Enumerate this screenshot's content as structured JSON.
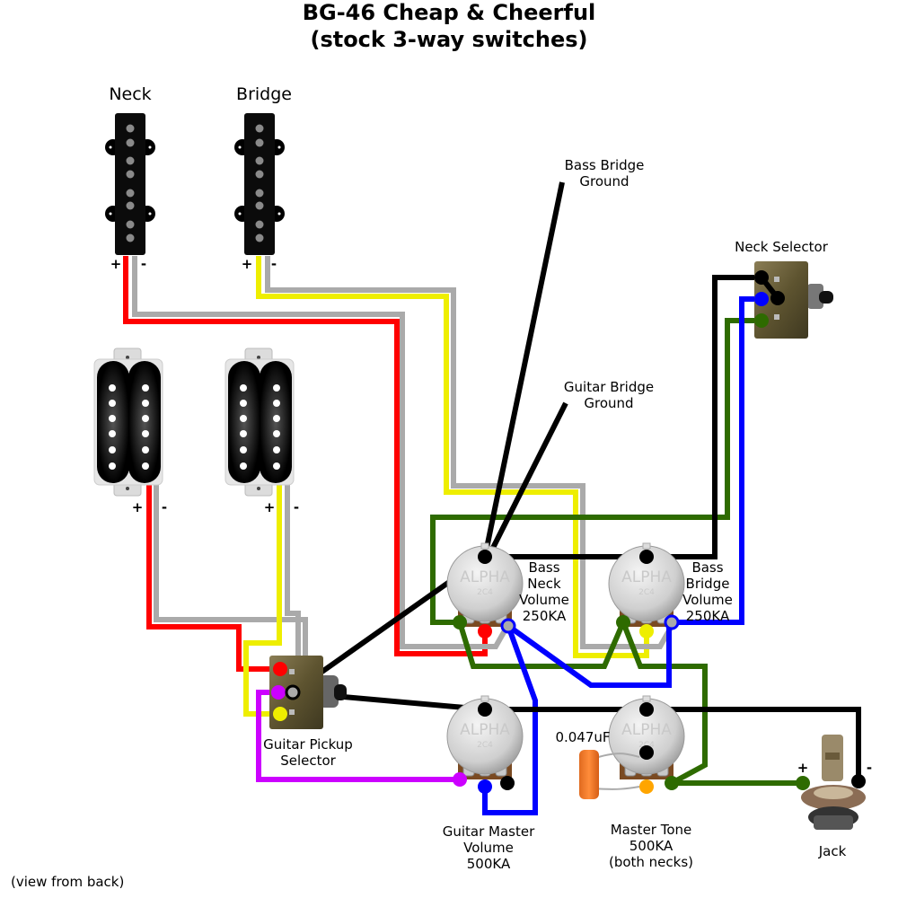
{
  "title": {
    "line1": "BG-46 Cheap & Cheerful",
    "line2": "(stock 3-way switches)"
  },
  "pickups": {
    "bass_neck_label": "Neck",
    "bass_bridge_label": "Bridge",
    "plus": "+",
    "minus": "-"
  },
  "labels": {
    "bass_bridge_ground": [
      "Bass Bridge",
      "Ground"
    ],
    "guitar_bridge_ground": [
      "Guitar Bridge",
      "Ground"
    ],
    "neck_selector": "Neck Selector",
    "guitar_pickup_selector": [
      "Guitar Pickup",
      "Selector"
    ],
    "bass_neck_volume": [
      "Bass",
      "Neck",
      "Volume",
      "250KA"
    ],
    "bass_bridge_volume": [
      "Bass",
      "Bridge",
      "Volume",
      "250KA"
    ],
    "guitar_master_volume": [
      "Guitar Master",
      "Volume",
      "500KA"
    ],
    "master_tone": [
      "Master Tone",
      "500KA",
      "(both necks)"
    ],
    "capacitor": "0.047uF",
    "jack": "Jack",
    "jack_plus": "+",
    "jack_minus": "-",
    "view_note": "(view from back)"
  },
  "pot_markings": {
    "brand": "ALPHA",
    "code": "2C4"
  },
  "colors": {
    "red": "#ff0000",
    "grey": "#aaaaaa",
    "yellow": "#eeee00",
    "black": "#000000",
    "blue": "#0000ff",
    "green": "#2e6b00",
    "purple": "#cc00ff",
    "orange": "#ffa500"
  }
}
